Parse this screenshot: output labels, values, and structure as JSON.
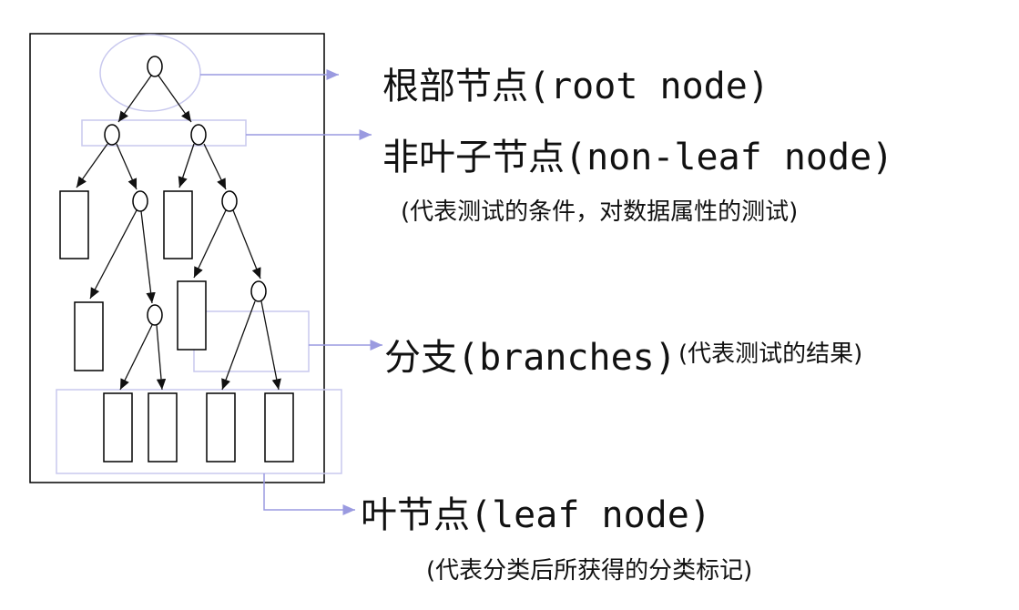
{
  "labels": {
    "root": "根部节点(root node)",
    "nonleaf": "非叶子节点(non-leaf node)",
    "nonleaf_note": "(代表测试的条件，对数据属性的测试)",
    "branches": "分支(branches)",
    "branches_note": "(代表测试的结果)",
    "leaf": "叶节点(leaf node)",
    "leaf_note": "(代表分类后所获得的分类标记)"
  },
  "colors": {
    "outline": "#000000",
    "highlight": "#c8c8ee",
    "pointer": "#9a9ae0"
  }
}
